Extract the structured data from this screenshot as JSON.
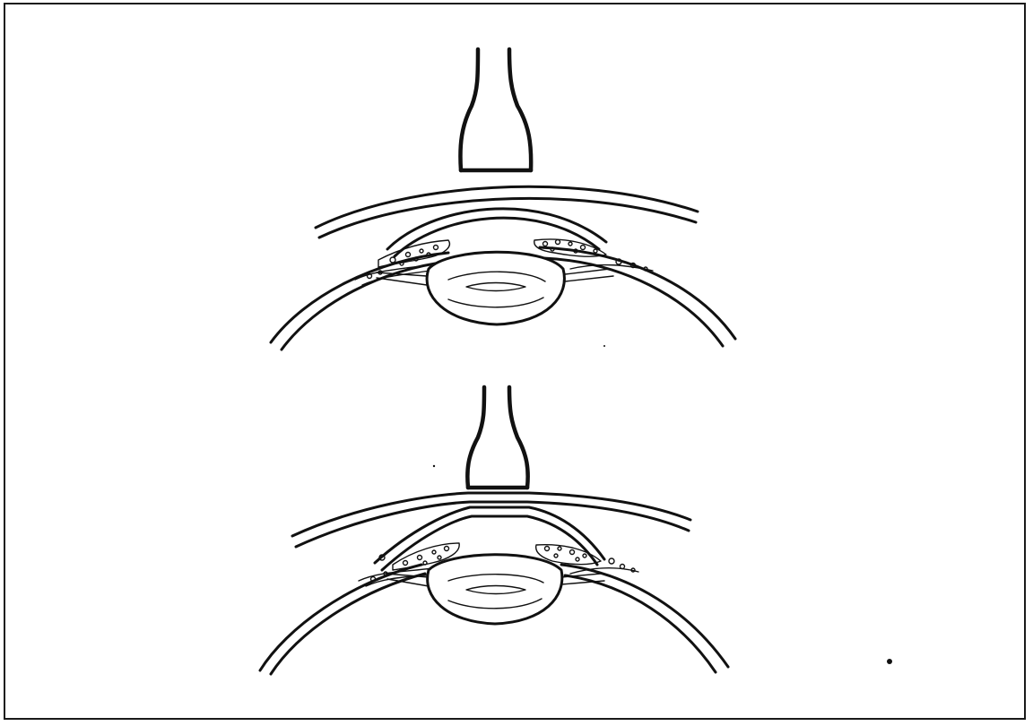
{
  "figure": {
    "panels": [
      {
        "id": "top",
        "state": "undisturbed"
      },
      {
        "id": "bottom",
        "state": "applanated"
      }
    ],
    "ink_color": "#111111",
    "paper_color": "#ffffff"
  }
}
